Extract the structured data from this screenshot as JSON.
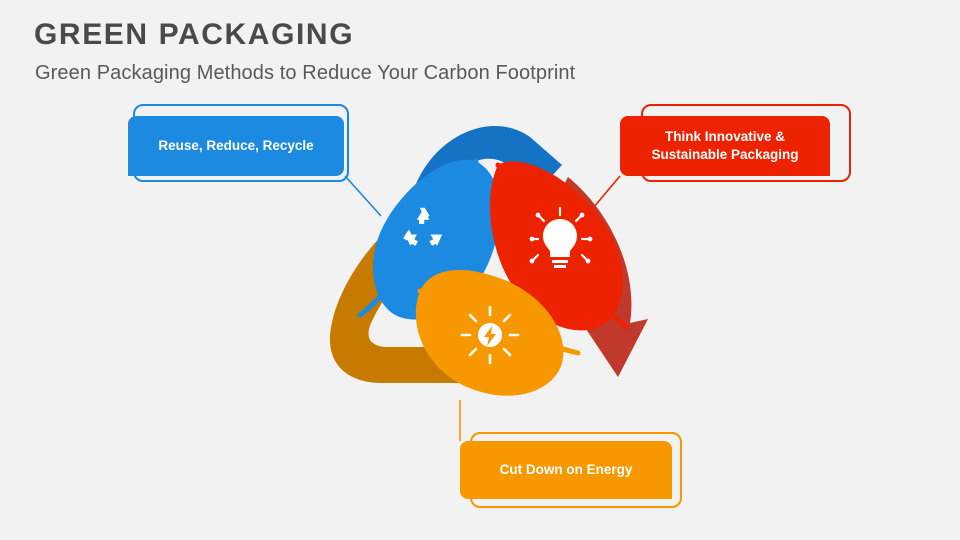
{
  "slide": {
    "title": "GREEN PACKAGING",
    "subtitle": "Green Packaging Methods to Reduce Your Carbon Footprint",
    "background_color": "#f2f2f2",
    "title_color": "#4a4a4a",
    "subtitle_color": "#595959"
  },
  "callouts": [
    {
      "id": "reuse",
      "label": "Reuse, Reduce, Recycle",
      "color": "#1b8ae0",
      "icon": "recycle-icon",
      "position": "top-left"
    },
    {
      "id": "think",
      "label": "Think Innovative & Sustainable Packaging",
      "color": "#ec2200",
      "icon": "lightbulb-idea-icon",
      "position": "top-right"
    },
    {
      "id": "energy",
      "label": "Cut Down on Energy",
      "color": "#f79800",
      "icon": "sun-energy-icon",
      "position": "bottom-center"
    }
  ],
  "diagram": {
    "name": "recycling-triangle-with-leaves",
    "arrows": [
      {
        "id": "blue-arrow",
        "color": "#1473c4"
      },
      {
        "id": "red-arrow",
        "color": "#c0392b"
      },
      {
        "id": "orange-arrow",
        "color": "#c77a00"
      }
    ],
    "leaves": [
      {
        "id": "blue-leaf",
        "color": "#1b8ae0",
        "icon": "recycle-icon"
      },
      {
        "id": "red-leaf",
        "color": "#ec2200",
        "icon": "lightbulb-idea-icon"
      },
      {
        "id": "orange-leaf",
        "color": "#f79800",
        "icon": "sun-energy-icon"
      }
    ]
  }
}
